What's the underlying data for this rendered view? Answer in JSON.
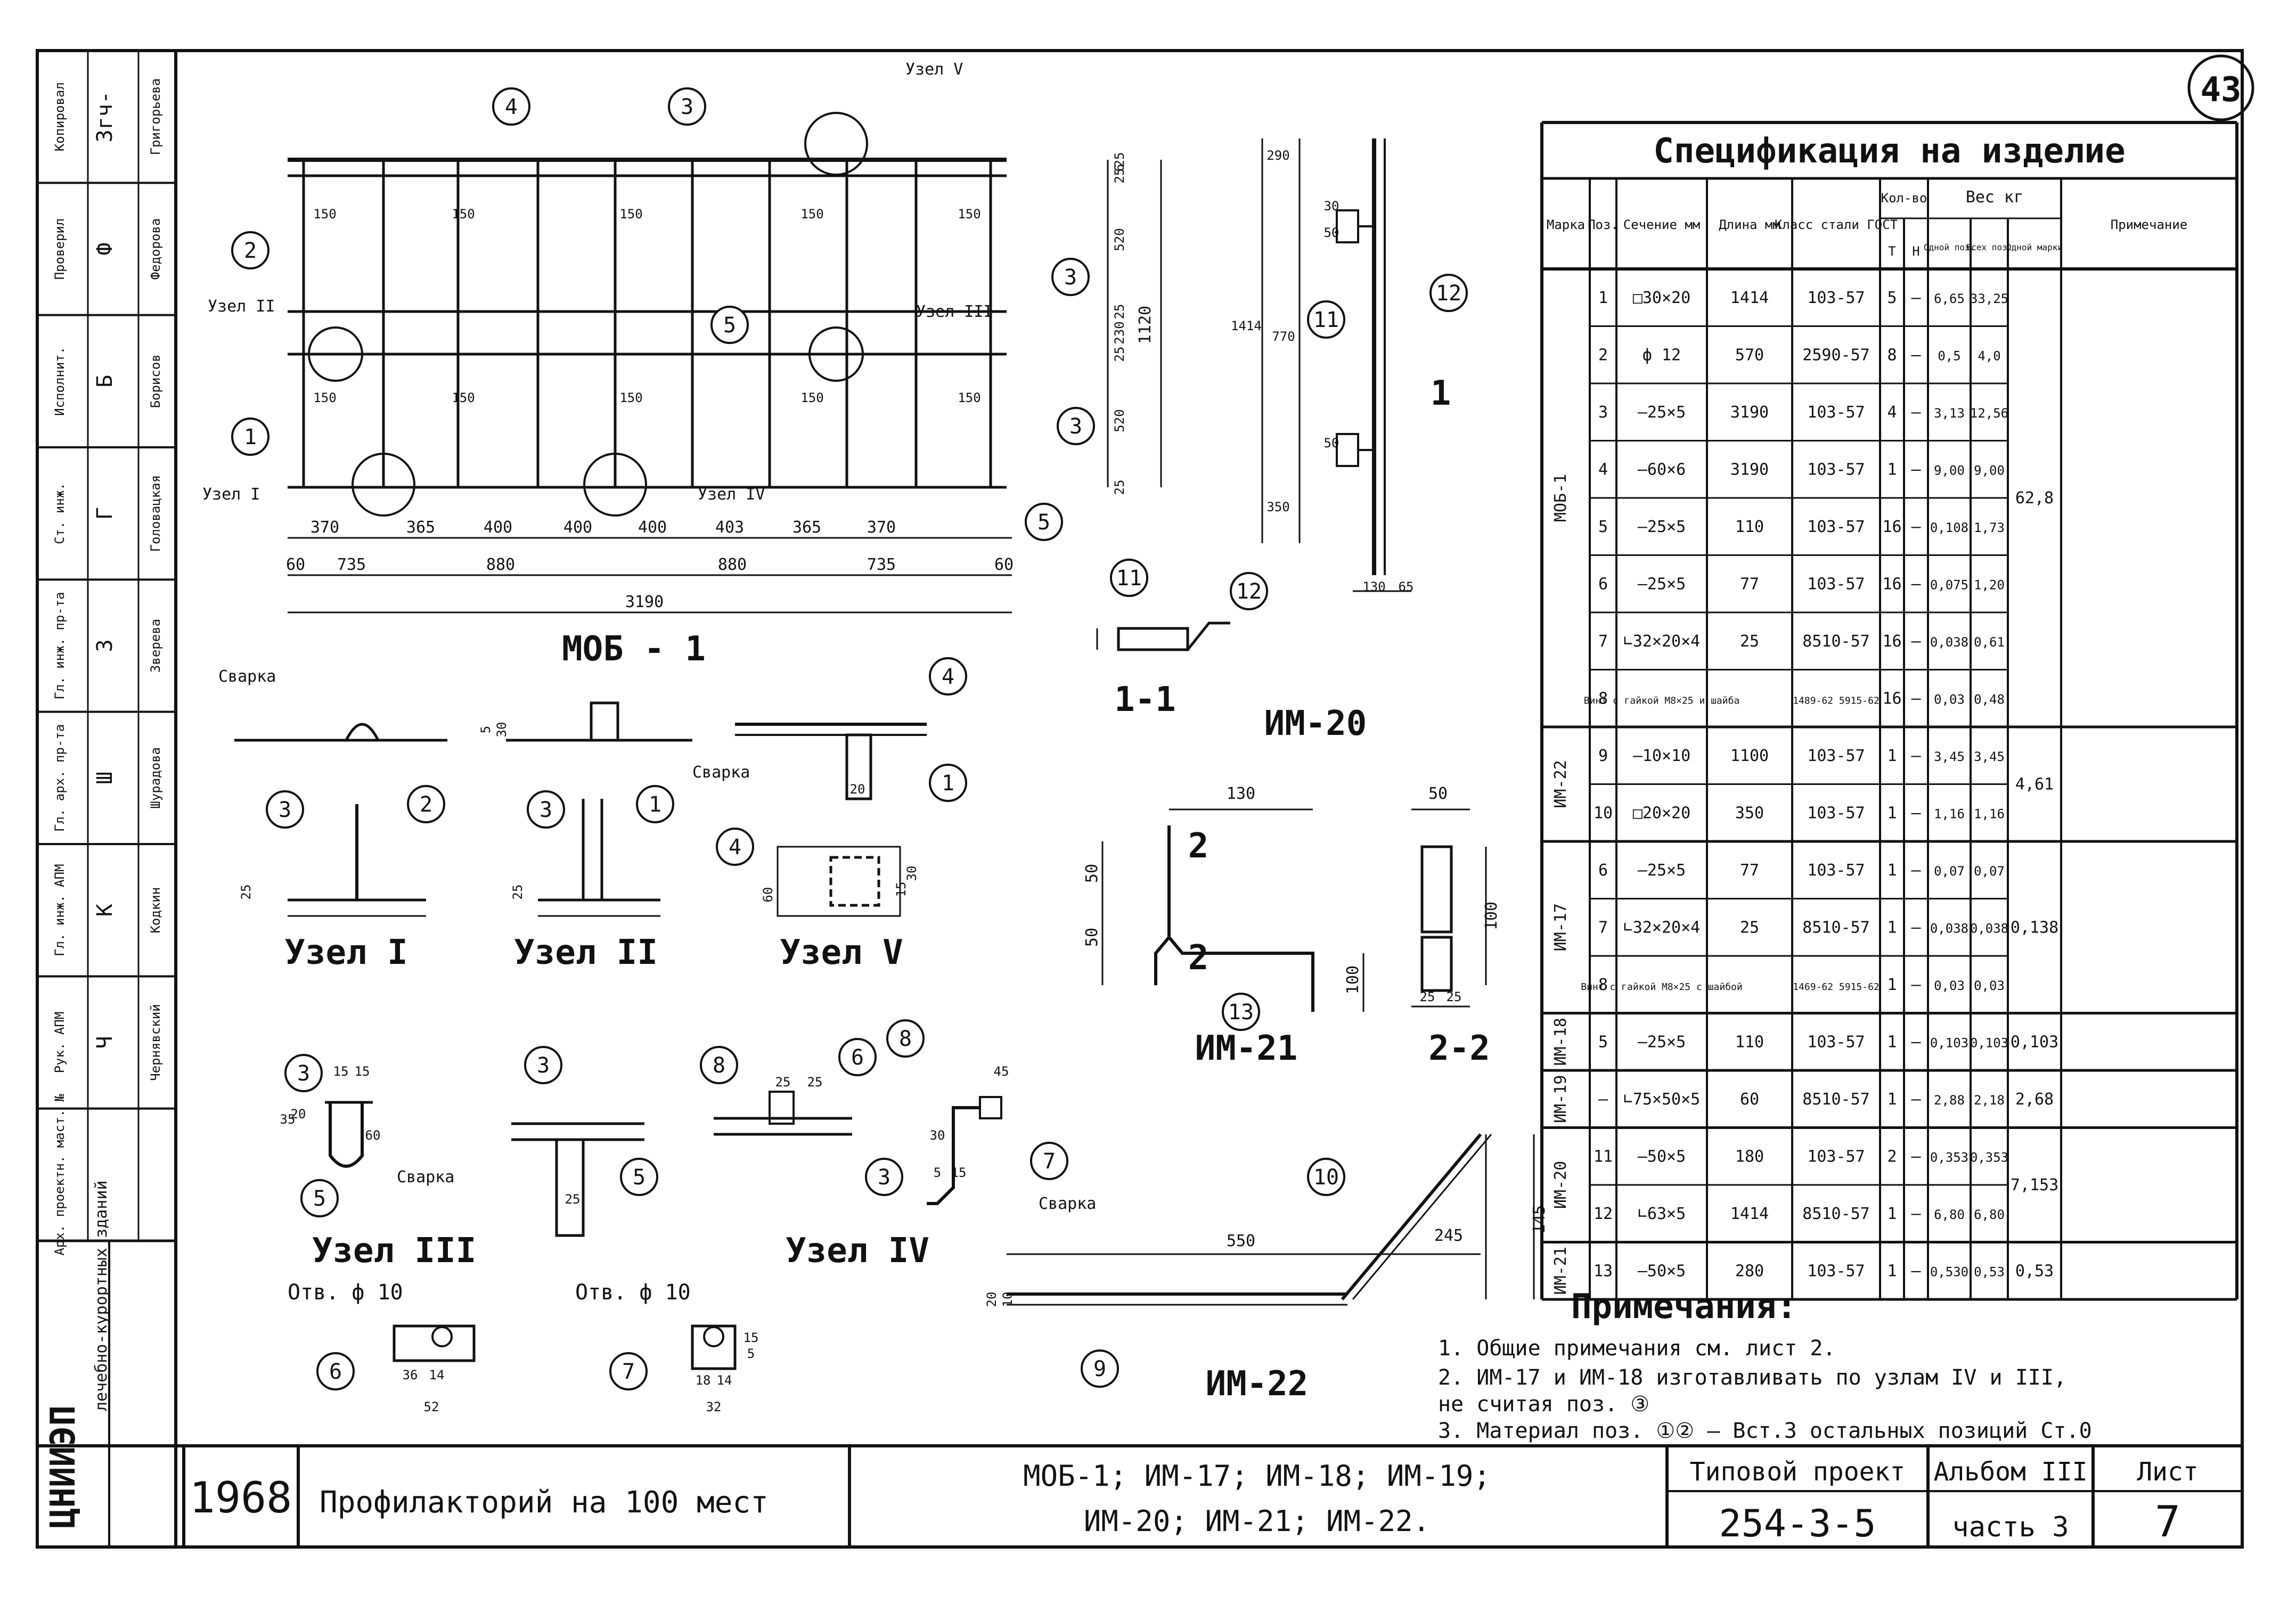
{
  "sheet_number": "43",
  "drawings": {
    "mob1": {
      "title": "МОБ - 1",
      "node_labels": [
        "Узел I",
        "Узел II",
        "Узел III",
        "Узел IV",
        "Узел V"
      ],
      "dims_bottom": [
        "370",
        "365",
        "400",
        "400",
        "400",
        "403",
        "365",
        "370"
      ],
      "dims_lower": [
        "60",
        "735",
        "880",
        "880",
        "735",
        "60"
      ],
      "total": "3190",
      "dims_right": [
        "25",
        "6",
        "25",
        "520",
        "25",
        "230",
        "25",
        "520",
        "25"
      ],
      "height": "1120",
      "spacing": "150",
      "callouts": [
        "1",
        "2",
        "3",
        "3",
        "4",
        "5",
        "5",
        "3"
      ]
    },
    "sec11": {
      "title": "1-1"
    },
    "im20": {
      "title": "ИМ-20",
      "dims": [
        "290",
        "30",
        "50",
        "770",
        "1414",
        "50",
        "350",
        "130",
        "65"
      ],
      "callouts": [
        "11",
        "12"
      ],
      "cut": "1"
    },
    "im21": {
      "title": "ИМ-21",
      "dims": [
        "130",
        "50",
        "50",
        "100"
      ],
      "callouts": [
        "13"
      ],
      "cut": "2"
    },
    "sec22": {
      "title": "2-2",
      "dims": [
        "50",
        "100",
        "25",
        "25"
      ]
    },
    "im22": {
      "title": "ИМ-22",
      "dims": [
        "550",
        "245",
        "145",
        "20",
        "10"
      ],
      "callouts": [
        "10",
        "9"
      ]
    },
    "node1": {
      "title": "Узел I",
      "weld": "Сварка",
      "dim": "25",
      "callouts": [
        "3",
        "2"
      ]
    },
    "node2": {
      "title": "Узел II",
      "weld": "Сварка",
      "dims": [
        "5",
        "30",
        "25"
      ],
      "callouts": [
        "3",
        "1"
      ]
    },
    "node3": {
      "title": "Узел III",
      "weld": "Сварка",
      "dims": [
        "15",
        "15",
        "20",
        "35",
        "60",
        "25"
      ],
      "callouts": [
        "3",
        "5",
        "3",
        "5"
      ]
    },
    "node4": {
      "title": "Узел IV",
      "weld": "Сварка",
      "dims": [
        "25",
        "25",
        "30",
        "45",
        "15",
        "5"
      ],
      "callouts": [
        "8",
        "6",
        "8",
        "3",
        "7"
      ]
    },
    "node5": {
      "title": "Узел V",
      "dims": [
        "60",
        "30",
        "15",
        "20"
      ],
      "callouts": [
        "4",
        "1",
        "4"
      ]
    },
    "hole6": {
      "label": "Отв. ф 10",
      "dims": [
        "36",
        "14",
        "52"
      ],
      "callout": "6"
    },
    "hole7": {
      "label": "Отв. ф 10",
      "dims": [
        "18",
        "14",
        "32",
        "15",
        "5"
      ],
      "callout": "7"
    }
  },
  "spec": {
    "title": "Спецификация на изделие",
    "headers": {
      "mark": "Марка",
      "pos": "Поз.",
      "section": "Сечение мм",
      "length": "Длина мм",
      "steel": "Класс стали ГОСТ",
      "count": "Кол-во",
      "t": "Т",
      "n": "Н",
      "weight": "Вес кг",
      "w_one": "Одной поз.",
      "w_all": "Всех поз.",
      "w_mark": "Одной марки",
      "note": "Примечание"
    },
    "groups": [
      {
        "mark": "МОБ-1",
        "mark_weight": "62,8",
        "rows": [
          {
            "pos": "1",
            "section": "□30×20",
            "length": "1414",
            "steel": "103-57",
            "t": "5",
            "n": "–",
            "w1": "6,65",
            "w2": "33,25"
          },
          {
            "pos": "2",
            "section": "ф 12",
            "length": "570",
            "steel": "2590-57",
            "t": "8",
            "n": "–",
            "w1": "0,5",
            "w2": "4,0"
          },
          {
            "pos": "3",
            "section": "–25×5",
            "length": "3190",
            "steel": "103-57",
            "t": "4",
            "n": "–",
            "w1": "3,13",
            "w2": "12,56"
          },
          {
            "pos": "4",
            "section": "–60×6",
            "length": "3190",
            "steel": "103-57",
            "t": "1",
            "n": "–",
            "w1": "9,00",
            "w2": "9,00"
          },
          {
            "pos": "5",
            "section": "–25×5",
            "length": "110",
            "steel": "103-57",
            "t": "16",
            "n": "–",
            "w1": "0,108",
            "w2": "1,73"
          },
          {
            "pos": "6",
            "section": "–25×5",
            "length": "77",
            "steel": "103-57",
            "t": "16",
            "n": "–",
            "w1": "0,075",
            "w2": "1,20"
          },
          {
            "pos": "7",
            "section": "∟32×20×4",
            "length": "25",
            "steel": "8510-57",
            "t": "16",
            "n": "–",
            "w1": "0,038",
            "w2": "0,61"
          },
          {
            "pos": "8",
            "section": "Винт с гайкой М8×25 и шайба",
            "length": "",
            "steel": "1489-62 5915-62",
            "t": "16",
            "n": "–",
            "w1": "0,03",
            "w2": "0,48"
          }
        ]
      },
      {
        "mark": "ИМ-22",
        "mark_weight": "4,61",
        "rows": [
          {
            "pos": "9",
            "section": "–10×10",
            "length": "1100",
            "steel": "103-57",
            "t": "1",
            "n": "–",
            "w1": "3,45",
            "w2": "3,45"
          },
          {
            "pos": "10",
            "section": "□20×20",
            "length": "350",
            "steel": "103-57",
            "t": "1",
            "n": "–",
            "w1": "1,16",
            "w2": "1,16"
          }
        ]
      },
      {
        "mark": "ИМ-17",
        "mark_weight": "0,138",
        "rows": [
          {
            "pos": "6",
            "section": "–25×5",
            "length": "77",
            "steel": "103-57",
            "t": "1",
            "n": "–",
            "w1": "0,07",
            "w2": "0,07"
          },
          {
            "pos": "7",
            "section": "∟32×20×4",
            "length": "25",
            "steel": "8510-57",
            "t": "1",
            "n": "–",
            "w1": "0,038",
            "w2": "0,038"
          },
          {
            "pos": "8",
            "section": "Винт с гайкой М8×25 с шайбой",
            "length": "",
            "steel": "1469-62 5915-62",
            "t": "1",
            "n": "–",
            "w1": "0,03",
            "w2": "0,03"
          }
        ]
      },
      {
        "mark": "ИМ-18",
        "mark_weight": "0,103",
        "rows": [
          {
            "pos": "5",
            "section": "–25×5",
            "length": "110",
            "steel": "103-57",
            "t": "1",
            "n": "–",
            "w1": "0,103",
            "w2": "0,103"
          }
        ]
      },
      {
        "mark": "ИМ-19",
        "mark_weight": "2,68",
        "rows": [
          {
            "pos": "–",
            "section": "∟75×50×5",
            "length": "60",
            "steel": "8510-57",
            "t": "1",
            "n": "–",
            "w1": "2,88",
            "w2": "2,18"
          }
        ]
      },
      {
        "mark": "ИМ-20",
        "mark_weight": "7,153",
        "rows": [
          {
            "pos": "11",
            "section": "–50×5",
            "length": "180",
            "steel": "103-57",
            "t": "2",
            "n": "–",
            "w1": "0,353",
            "w2": "0,353"
          },
          {
            "pos": "12",
            "section": "∟63×5",
            "length": "1414",
            "steel": "8510-57",
            "t": "1",
            "n": "–",
            "w1": "6,80",
            "w2": "6,80"
          }
        ]
      },
      {
        "mark": "ИМ-21",
        "mark_weight": "0,53",
        "rows": [
          {
            "pos": "13",
            "section": "–50×5",
            "length": "280",
            "steel": "103-57",
            "t": "1",
            "n": "–",
            "w1": "0,530",
            "w2": "0,53"
          }
        ]
      }
    ]
  },
  "notes": {
    "title": "Примечания:",
    "lines": [
      "1. Общие примечания см. лист 2.",
      "2. ИМ-17 и ИМ-18 изготавливать по узлам IV и III,",
      "   не считая поз. ③",
      "3. Материал поз. ①② – Вст.3  остальных позиций Ст.0"
    ]
  },
  "side_stamp": [
    {
      "role": "Копировал",
      "name": "Григорьева",
      "sig": "Згч-"
    },
    {
      "role": "Проверил",
      "name": "Федорова",
      "sig": "Ф"
    },
    {
      "role": "Исполнит.",
      "name": "Борисов",
      "sig": "Б"
    },
    {
      "role": "Ст. инж.",
      "name": "Головацкая",
      "sig": "Г"
    },
    {
      "role": "Гл. инж. пр-та",
      "name": "Зверева",
      "sig": "З"
    },
    {
      "role": "Гл. арх. пр-та",
      "name": "Шурадова",
      "sig": "Ш"
    },
    {
      "role": "Гл. инж. АПМ",
      "name": "Кодкин",
      "sig": "К"
    },
    {
      "role": "Рук. АПМ",
      "name": "Чернявский",
      "sig": "Ч"
    },
    {
      "role": "Арх. проектн. маст. №",
      "name": "",
      "sig": ""
    }
  ],
  "org": {
    "logo": "ЦНИИЭП",
    "sub": "лечебно-курортных зданий"
  },
  "title_block": {
    "year": "1968",
    "name": "Профилакторий на 100 мест",
    "items_line1": "МОБ-1;  ИМ-17;  ИМ-18;  ИМ-19;",
    "items_line2": "ИМ-20;  ИМ-21;  ИМ-22.",
    "project_label": "Типовой проект",
    "project_no": "254-3-5",
    "album_label": "Альбом III",
    "album_part": "часть 3",
    "sheet_label": "Лист",
    "sheet_no": "7"
  }
}
